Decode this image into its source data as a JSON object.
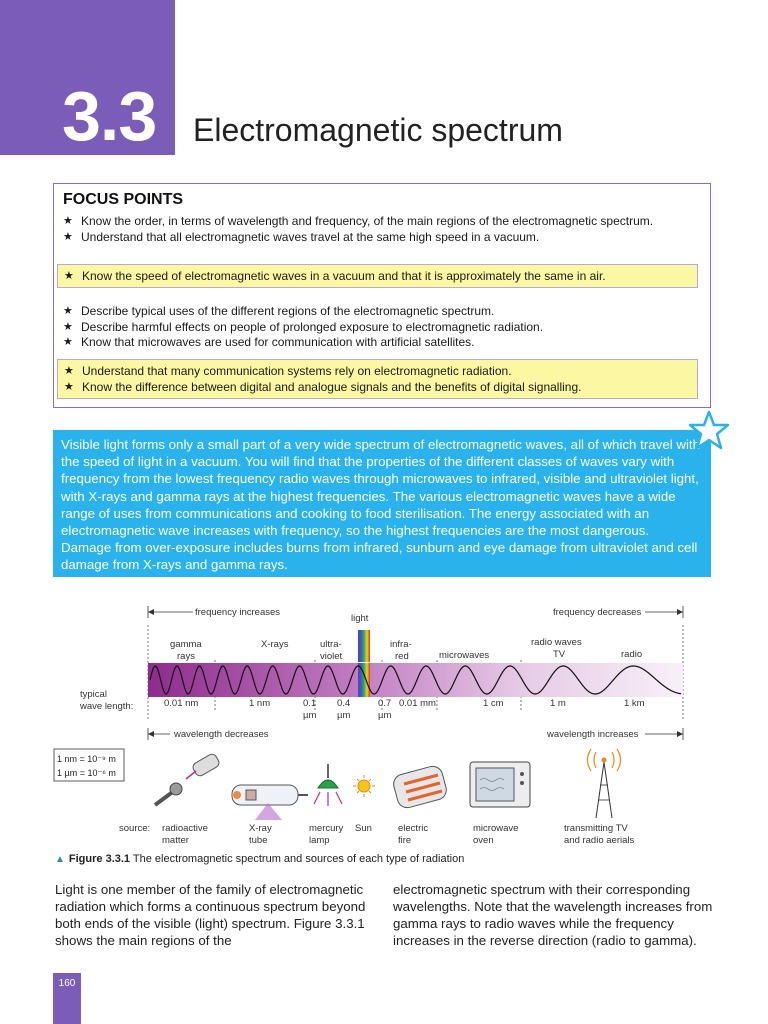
{
  "section": {
    "number": "3.3",
    "title": "Electromagnetic spectrum"
  },
  "focus": {
    "heading": "FOCUS POINTS",
    "group1": [
      "Know the order, in terms of wavelength and frequency, of the main regions of the electromagnetic spectrum.",
      "Understand that all electromagnetic waves travel at the same high speed in a vacuum."
    ],
    "yellow1": [
      "Know the speed of electromagnetic waves in a vacuum and that it is approximately the same in air."
    ],
    "group2": [
      "Describe typical uses of the different regions of the electromagnetic spectrum.",
      "Describe harmful effects on people of prolonged exposure to electromagnetic radiation.",
      "Know that microwaves are used for communication with artificial satellites."
    ],
    "yellow2": [
      "Understand that many communication systems rely on electromagnetic radiation.",
      "Know the difference between digital and analogue signals and the benefits of digital signalling."
    ]
  },
  "intro": "Visible light forms only a small part of a very wide spectrum of electromagnetic waves, all of which travel with the speed of light in a vacuum. You will find that the properties of the different classes of waves vary with frequency from the lowest frequency radio waves through microwaves to infrared, visible and ultraviolet light, with X-rays and gamma rays at the highest frequencies. The various electromagnetic waves have a wide range of uses from communications and cooking to food sterilisation. The energy associated with an electromagnetic wave increases with frequency, so the highest frequencies are the most dangerous. Damage from over-exposure includes burns from infrared, sunburn and eye damage from ultraviolet and cell damage from X-rays and gamma rays.",
  "figure": {
    "freq_inc": "frequency increases",
    "freq_dec": "frequency decreases",
    "wl_dec": "wavelength decreases",
    "wl_inc": "wavelength increases",
    "light": "light",
    "gamma": [
      "gamma",
      "rays"
    ],
    "xrays": "X-rays",
    "ultraviolet": [
      "ultra-",
      "violet"
    ],
    "infrared": [
      "infra-",
      "red"
    ],
    "microwaves": "microwaves",
    "radio_waves": "radio waves",
    "tv": "TV",
    "radio": "radio",
    "typical": [
      "typical",
      "wave length:"
    ],
    "wavelengths": {
      "a": "0.01 nm",
      "b": "1 nm",
      "c1": "0.1",
      "c2": "µm",
      "d1": "0.4",
      "d2": "µm",
      "e1": "0.7",
      "e2": "µm",
      "f": "0.01 mm",
      "g": "1 cm",
      "h": "1 m",
      "i": "1 km"
    },
    "units": {
      "nm": "1 nm = 10⁻⁹ m",
      "um": "1 µm = 10⁻⁶ m"
    },
    "source_label": "source:",
    "sources": {
      "radioactive": [
        "radioactive",
        "matter"
      ],
      "xray_tube": [
        "X-ray",
        "tube"
      ],
      "mercury": [
        "mercury",
        "lamp"
      ],
      "sun": "Sun",
      "electric": [
        "electric",
        "fire"
      ],
      "microwave_oven": [
        "microwave",
        "oven"
      ],
      "transmitting": [
        "transmitting TV",
        "and radio aerials"
      ]
    },
    "caption_label": "Figure 3.3.1",
    "caption_text": "The electromagnetic spectrum and sources of each type of radiation"
  },
  "body": {
    "left": "Light is one member of the family of electromagnetic radiation which forms a continuous spectrum beyond both ends of the visible (light) spectrum. Figure 3.3.1 shows the main regions of the",
    "right": "electromagnetic spectrum with their corresponding wavelengths. Note that the wavelength increases from gamma rays to radio waves while the frequency increases in the reverse direction (radio to gamma)."
  },
  "page_number": "160",
  "colors": {
    "purple": "#7b5cb8",
    "cyan": "#2ab2ec",
    "yellow": "#fbf7a3"
  }
}
